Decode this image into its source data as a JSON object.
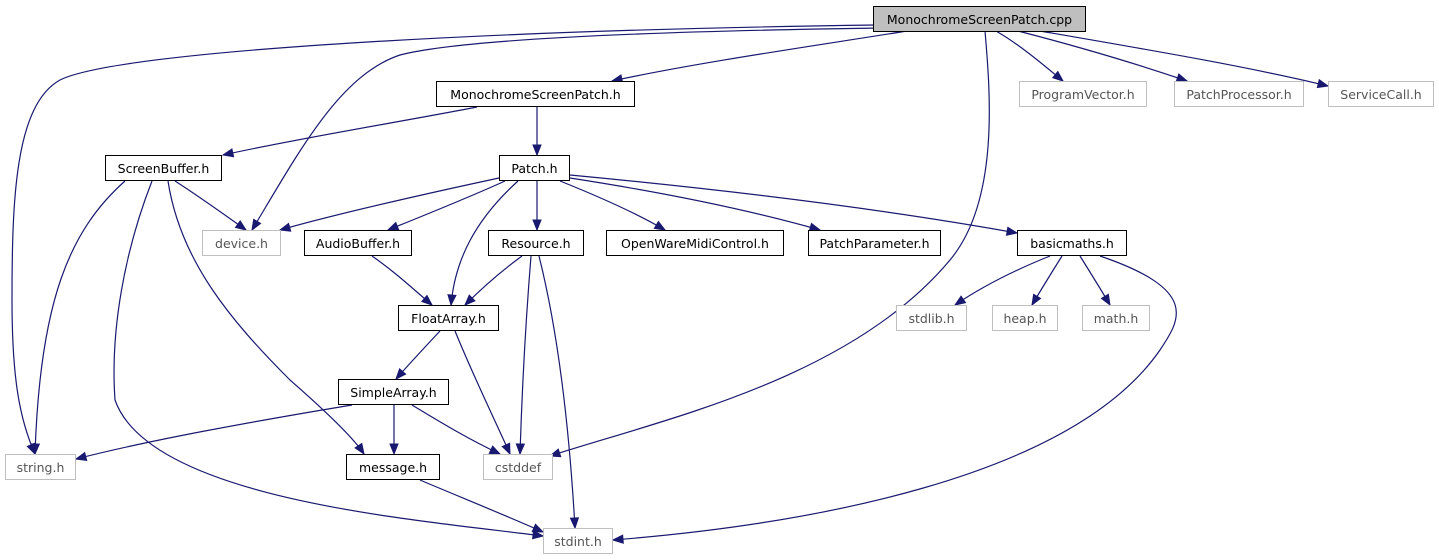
{
  "colors": {
    "edge": "#191970",
    "root_fill": "#bfbfbf",
    "external_border": "#bfbfbf",
    "node_border": "#000000"
  },
  "nodes": {
    "root": "MonochromeScreenPatch.cpp",
    "monochrome_h": "MonochromeScreenPatch.h",
    "programvector": "ProgramVector.h",
    "patchprocessor": "PatchProcessor.h",
    "servicecall": "ServiceCall.h",
    "screenbuffer": "ScreenBuffer.h",
    "patch": "Patch.h",
    "device": "device.h",
    "audiobuffer": "AudioBuffer.h",
    "resource": "Resource.h",
    "openwaremidi": "OpenWareMidiControl.h",
    "patchparameter": "PatchParameter.h",
    "basicmaths": "basicmaths.h",
    "floatarray": "FloatArray.h",
    "stdlib": "stdlib.h",
    "heap": "heap.h",
    "math": "math.h",
    "simplearray": "SimpleArray.h",
    "string": "string.h",
    "message": "message.h",
    "cstddef": "cstddef",
    "stdint": "stdint.h"
  }
}
